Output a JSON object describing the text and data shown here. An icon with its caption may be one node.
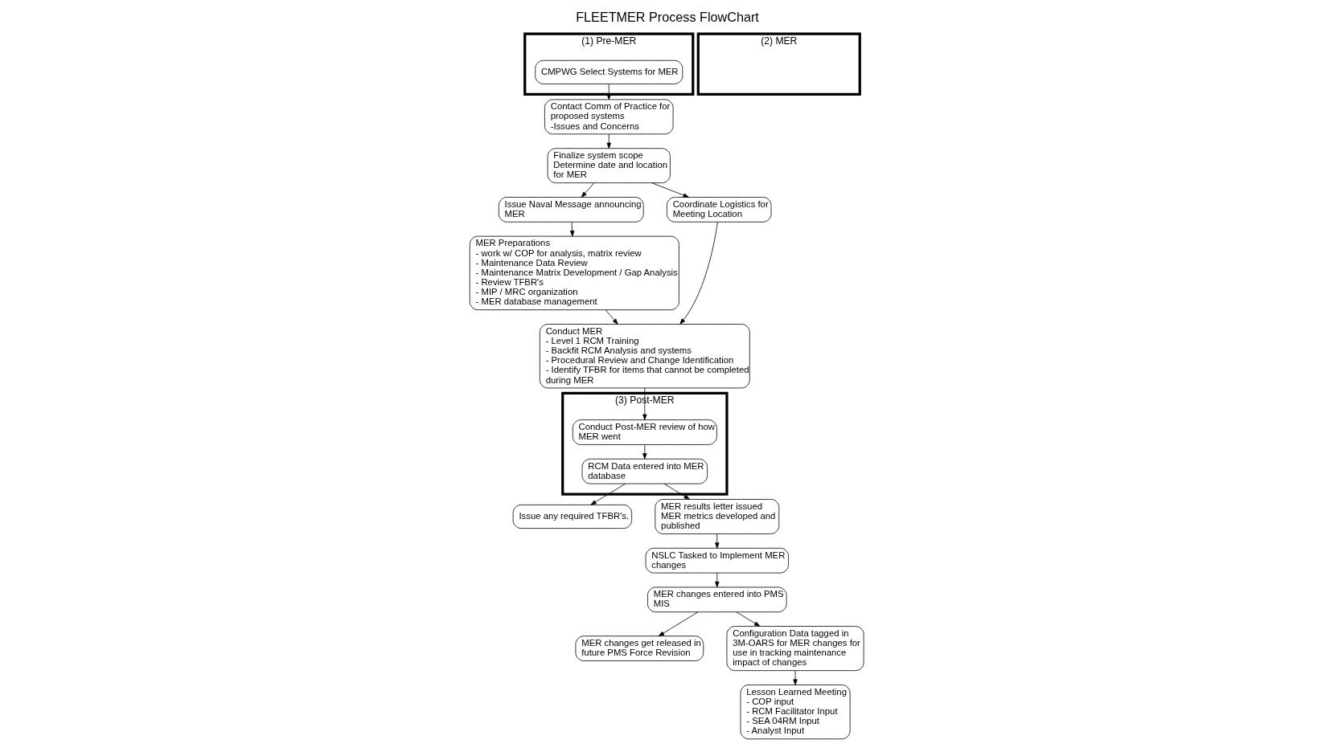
{
  "diagram": {
    "title": "FLEETMER Process FlowChart",
    "nodes": [
      {
        "text": [
          "(1) Pre-MER"
        ]
      },
      {
        "text": [
          "CMPWG Select Systems for MER"
        ],
        "in": 0
      },
      {
        "text": [
          "Contact Comm of Practice for proposed systems",
          "-Issues and Concerns"
        ]
      },
      {
        "text": [
          "Finalize system scope",
          "Determine date and location for MER"
        ]
      },
      {
        "text": [
          "Issue Naval Message announcing MER"
        ]
      },
      {
        "text": [
          "Coordinate Logistics for Meeting Location"
        ]
      },
      {
        "text": [
          "MER Preparations",
          "- work w/ COP for analysis, matrix review",
          "- Maintenance Data Review",
          "- Maintenance Matrix Development / Gap Analysis",
          "- Review TFBR's",
          "- MIP / MRC organization",
          "- MER database management"
        ]
      },
      {
        "text": [
          "(2) MER"
        ]
      },
      {
        "text": [
          "Conduct MER",
          "- Level 1 RCM Training",
          "- Backfit RCM Analysis and systems",
          "- Procedural Review and Change Identification",
          "- Identify TFBR for items that cannot be completed during MER"
        ]
      },
      {
        "text": [
          "(3) Post-MER"
        ]
      },
      {
        "text": [
          "Conduct Post-MER review of how MER went"
        ],
        "in": 9
      },
      {
        "text": [
          "RCM Data entered into MER database"
        ],
        "in": 9
      },
      {
        "text": [
          "Issue any required TFBR's."
        ]
      },
      {
        "text": [
          "MER results letter issued",
          "MER metrics developed and published"
        ]
      },
      {
        "text": [
          "NSLC Tasked to Implement MER changes"
        ]
      },
      {
        "text": [
          "MER changes entered into PMS MIS"
        ]
      },
      {
        "text": [
          "MER changes get released in future PMS Force Revision"
        ]
      },
      {
        "text": [
          "Configuration Data tagged in 3M-OARS for MER changes for use in tracking maintenance impact of changes"
        ]
      },
      {
        "text": [
          "Lesson Learned Meeting",
          "- COP input",
          "- RCM Facilitator Input",
          "- SEA 04RM Input",
          "- Analyst Input"
        ]
      }
    ],
    "edges": [
      {
        "from": 1,
        "to": 2,
        "arrow": "to"
      },
      {
        "from": 2,
        "to": 3,
        "arrow": "to"
      },
      {
        "from": 3,
        "to": 4,
        "arrow": "to"
      },
      {
        "from": 3,
        "to": 5,
        "arrow": "to"
      },
      {
        "from": 4,
        "to": 6,
        "arrow": "to"
      },
      {
        "from": 5,
        "to": 8,
        "arrow": "to"
      },
      {
        "from": 6,
        "to": 8,
        "arrow": "to"
      },
      {
        "from": 8,
        "to": 10,
        "arrow": "to"
      },
      {
        "from": 10,
        "to": 11,
        "arrow": "to"
      },
      {
        "from": 11,
        "to": 12,
        "arrow": "to"
      },
      {
        "from": 11,
        "to": 13,
        "arrow": "to"
      },
      {
        "from": 13,
        "to": 14,
        "arrow": "to"
      },
      {
        "from": 14,
        "to": 15,
        "arrow": "to"
      },
      {
        "from": 15,
        "to": 16,
        "arrow": "to"
      },
      {
        "from": 15,
        "to": 17,
        "arrow": "to"
      },
      {
        "from": 17,
        "to": 18,
        "arrow": "to"
      }
    ]
  }
}
